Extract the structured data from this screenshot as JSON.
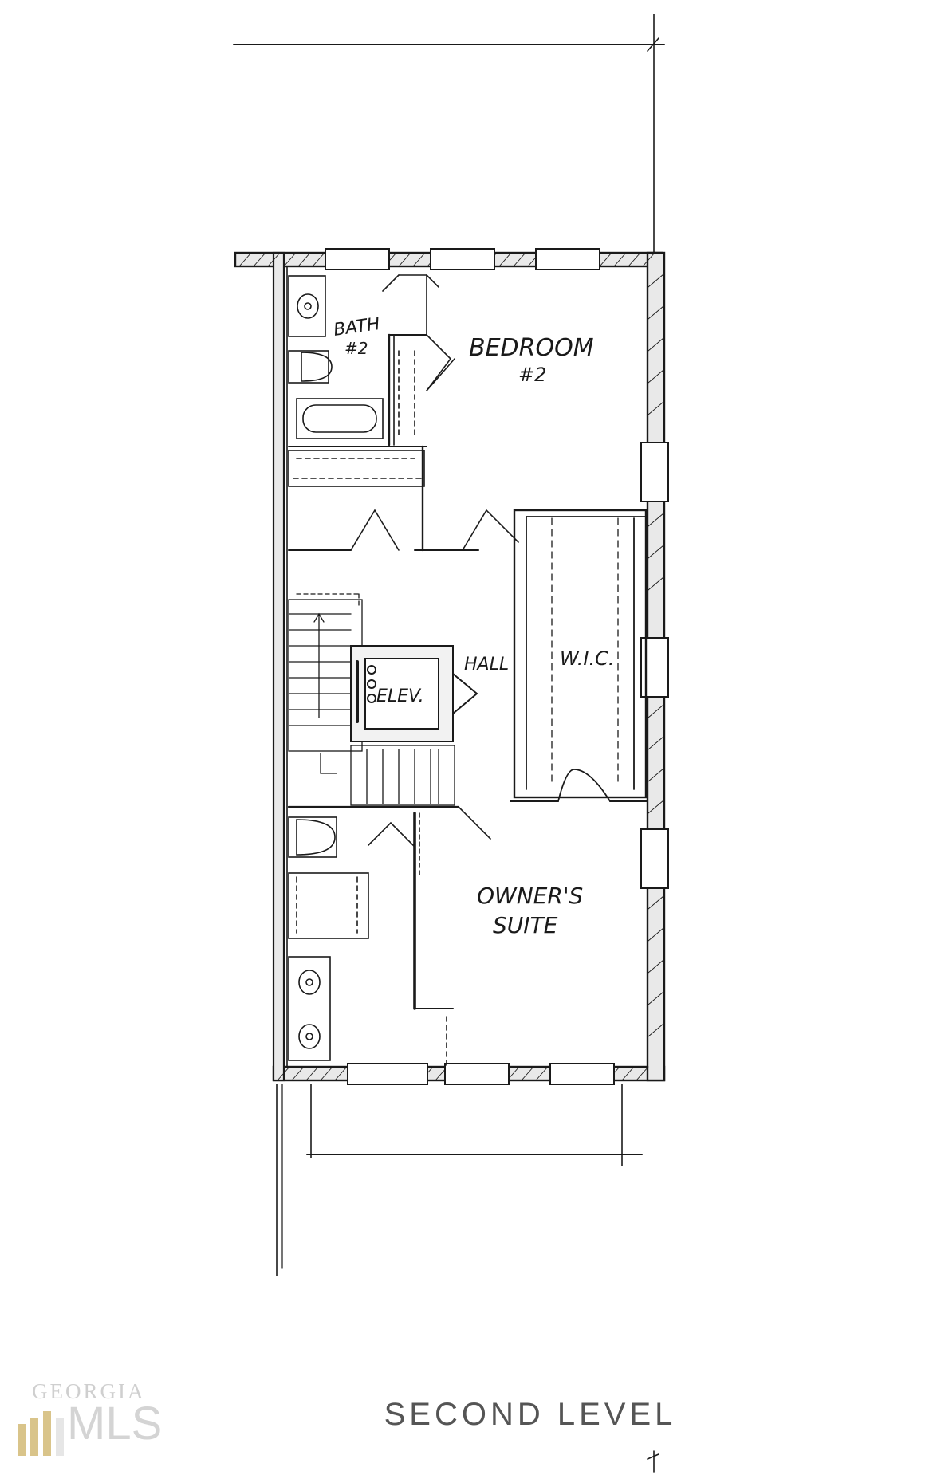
{
  "plan": {
    "rooms": {
      "bedroom": "BEDROOM",
      "bedroom_num": "#2",
      "bath": "BATH",
      "bath_num": "#2",
      "wic": "W.I.C.",
      "hall": "HALL",
      "elev": "ELEV.",
      "owners": "OWNER'S",
      "suite": "SUITE"
    }
  },
  "caption": "SECOND LEVEL",
  "watermark": {
    "top": "GEORGIA",
    "bottom": "MLS"
  },
  "colors": {
    "ink": "#1a1a1a",
    "caption": "#555555",
    "watermark": "#d4d4d4",
    "watermark_gold": "#d9c48a"
  }
}
